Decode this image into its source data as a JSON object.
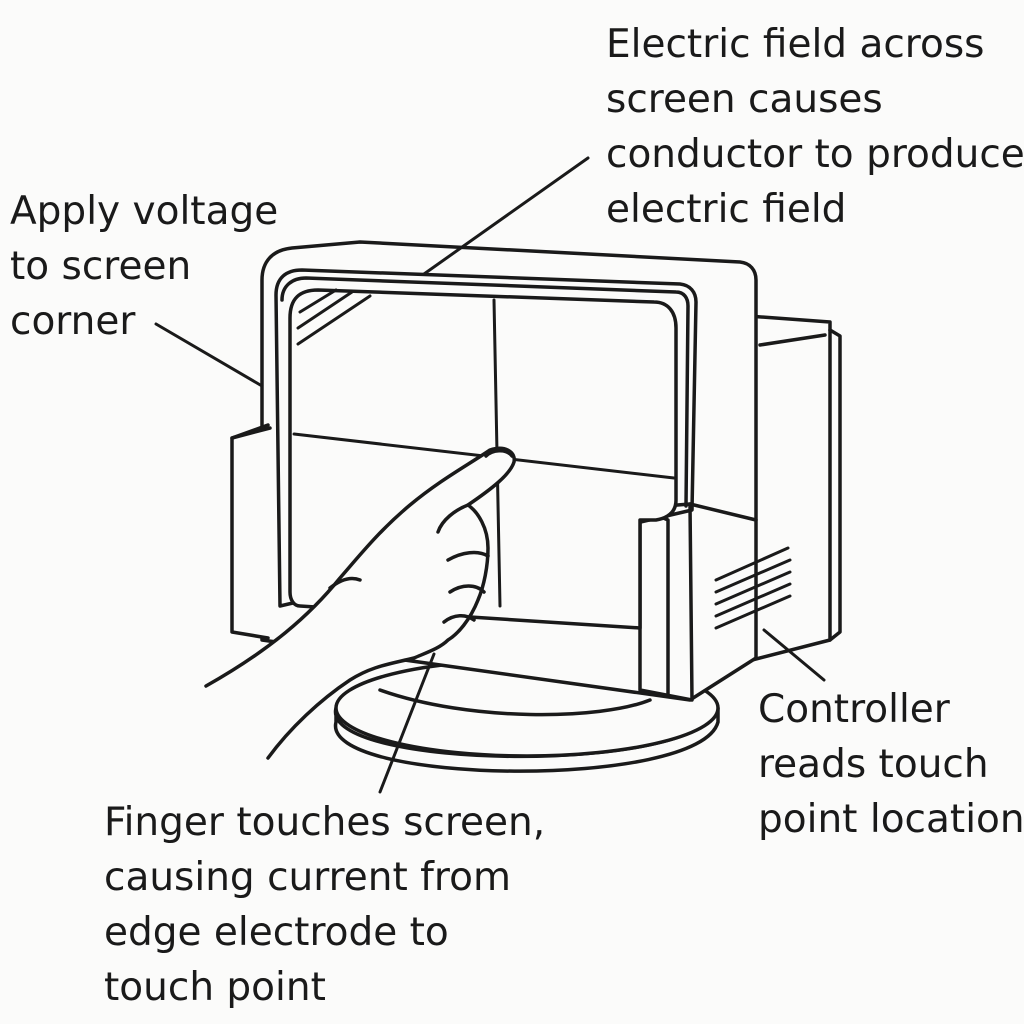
{
  "annotations": {
    "apply_voltage": [
      "Apply voltage",
      "to screen",
      "corner"
    ],
    "electric_field": [
      "Electric field across",
      "screen causes",
      "conductor to produce",
      "electric field"
    ],
    "finger_touch": [
      "Finger touches screen,",
      "causing current from",
      "edge electrode to",
      "touch point"
    ],
    "controller": [
      "Controller",
      "reads touch",
      "point location"
    ]
  },
  "colors": {
    "ink": "#1a1a1a",
    "background": "#fbfbfa"
  },
  "icons": {
    "monitor": "crt-monitor-illustration",
    "hand": "pointing-hand-illustration"
  }
}
